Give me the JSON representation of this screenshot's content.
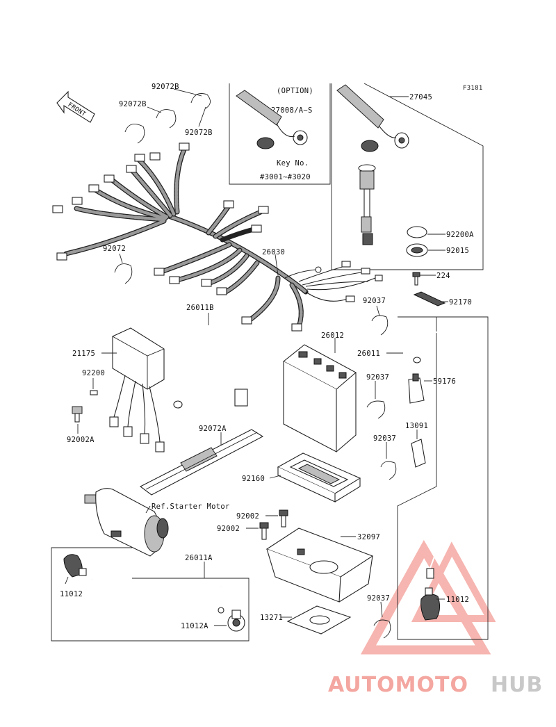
{
  "figure_code": "F3181",
  "front_label": "FRONT",
  "option_box": {
    "title": "(OPTION)",
    "part": "27008/A~S",
    "key_line1": "Key No.",
    "key_line2": "#3001~#3020"
  },
  "labels": {
    "l92072B_a": "92072B",
    "l92072B_b": "92072B",
    "l92072B_c": "92072B",
    "l27045": "27045",
    "l92200A": "92200A",
    "l92015": "92015",
    "l224": "224",
    "l92170": "92170",
    "l92072": "92072",
    "l26030": "26030",
    "l26011B": "26011B",
    "l92037_a": "92037",
    "l26012": "26012",
    "l26011": "26011",
    "l21175": "21175",
    "l92200": "92200",
    "l92037_b": "92037",
    "l59176": "59176",
    "l92002A": "92002A",
    "l92072A": "92072A",
    "l13091": "13091",
    "l92037_c": "92037",
    "l92160": "92160",
    "ref_starter": "Ref.Starter Motor",
    "l92002_a": "92002",
    "l92002_b": "92002",
    "l32097": "32097",
    "l26011A": "26011A",
    "l11012_a": "11012",
    "l11012A": "11012A",
    "l92037_d": "92037",
    "l11012_b": "11012",
    "l13271": "13271"
  },
  "watermark": {
    "part1": "AUTOMOTO",
    "part2": "HUB",
    "color1": "#f4a6a0",
    "color2": "#c8c8c8"
  }
}
